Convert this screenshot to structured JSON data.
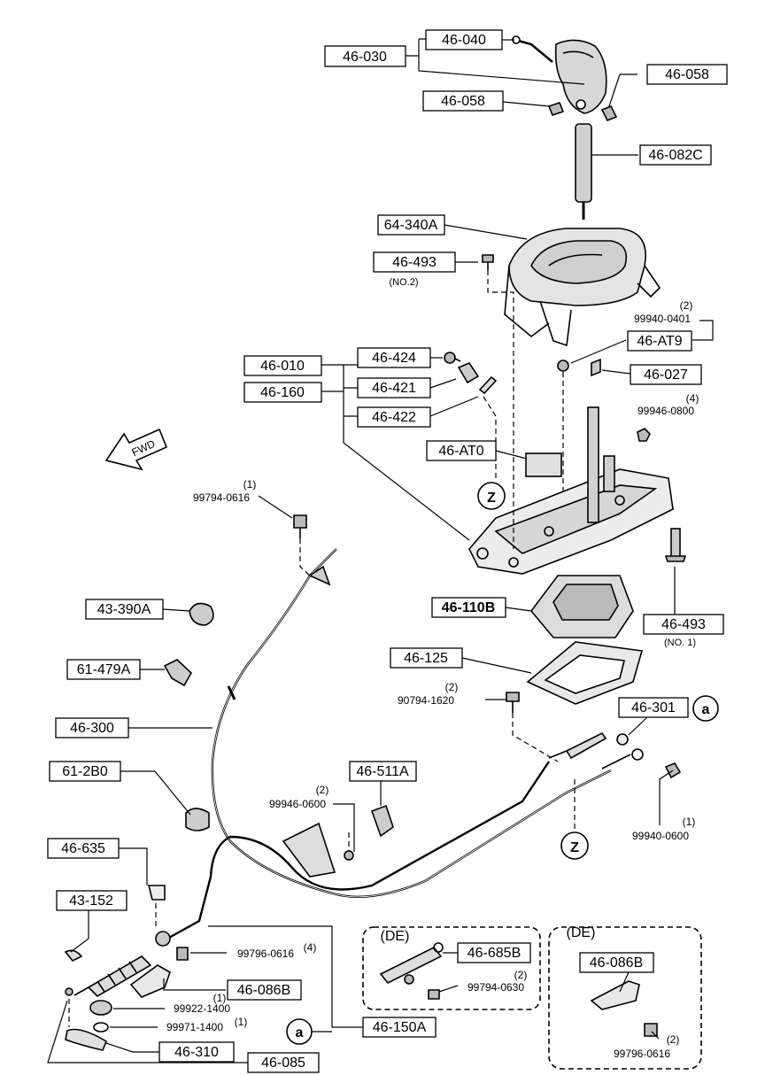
{
  "labels": {
    "p46_030": "46-030",
    "p46_040": "46-040",
    "p46_058a": "46-058",
    "p46_058b": "46-058",
    "p46_082c": "46-082C",
    "p64_340a": "64-340A",
    "p46_493a": "46-493",
    "p46_493a_note": "(NO.2)",
    "p99940_0401_qty": "(2)",
    "p99940_0401": "99940-0401",
    "p46_at9": "46-AT9",
    "p46_010": "46-010",
    "p46_424": "46-424",
    "p46_160": "46-160",
    "p46_421": "46-421",
    "p46_027": "46-027",
    "p99946_0800_qty": "(4)",
    "p99946_0800": "99946-0800",
    "p46_422": "46-422",
    "p46_at0": "46-AT0",
    "fwd": "FWD",
    "p99794_0616_qty": "(1)",
    "p99794_0616": "99794-0616",
    "z_top": "Z",
    "p43_390a": "43-390A",
    "p46_110b": "46-110B",
    "p46_493b": "46-493",
    "p46_493b_note": "(NO. 1)",
    "p61_479a": "61-479A",
    "p46_125": "46-125",
    "p90794_1620_qty": "(2)",
    "p90794_1620": "90794-1620",
    "p46_301": "46-301",
    "a_top": "a",
    "p46_300": "46-300",
    "p61_2b0": "61-2B0",
    "p46_511a": "46-511A",
    "p99946_0600_qty": "(2)",
    "p99946_0600": "99946-0600",
    "p99940_0600_qty": "(1)",
    "p99940_0600": "99940-0600",
    "z_bottom": "Z",
    "p46_635": "46-635",
    "p43_152": "43-152",
    "p99796_0616": "99796-0616",
    "p99796_0616_qty": "(4)",
    "de_left": "(DE)",
    "p46_685b": "46-685B",
    "p99794_0630_qty": "(2)",
    "p99794_0630": "99794-0630",
    "de_right": "(DE)",
    "p46_086b_right": "46-086B",
    "p99796_0616b_qty": "(2)",
    "p99796_0616b": "99796-0616",
    "p46_086b_qty": "(1)",
    "p46_086b": "46-086B",
    "p99922_1400": "99922-1400",
    "p99971_1400": "99971-1400",
    "p99971_1400_qty": "(1)",
    "a_bottom": "a",
    "p46_150a": "46-150A",
    "p46_310": "46-310",
    "p46_085": "46-085"
  }
}
